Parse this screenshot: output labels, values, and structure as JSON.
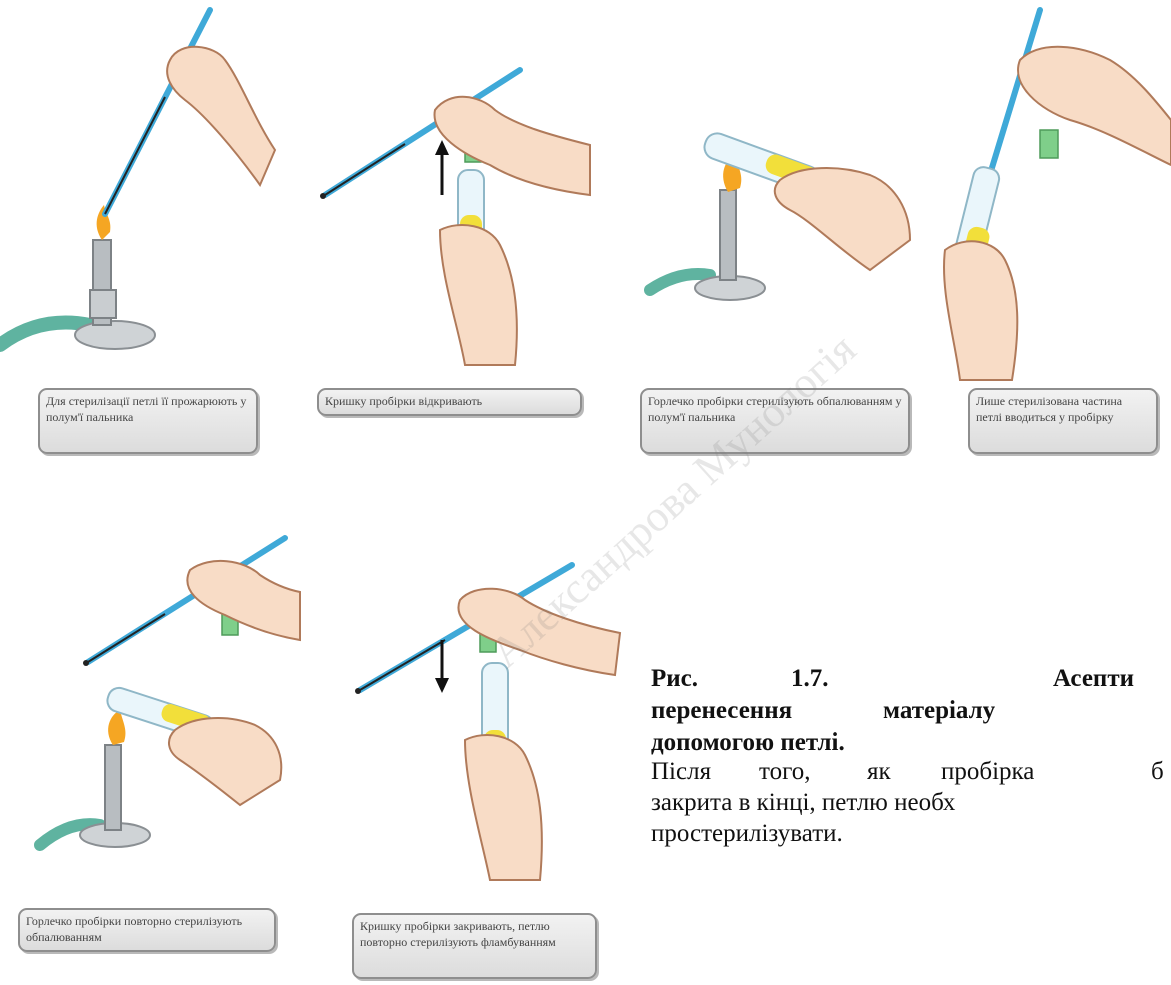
{
  "captions": {
    "step1": "Для стерилізації петлі її прожарюють у полум'ї пальника",
    "step2": "Кришку пробірки відкривають",
    "step3": "Горлечко пробірки стерилізують обпалюванням у полум'ї пальника",
    "step4": "Лише стерилізована частина петлі вводиться у пробірку",
    "step5": "Горлечко пробірки повторно стерилізують обпалюванням",
    "step6": "Кришку пробірки закривають, петлю повторно стерилізують фламбуванням"
  },
  "figure": {
    "title_words": [
      "Рис.",
      "1.7.",
      "Асепти",
      "перенесення",
      "матеріалу",
      "допомогою петлі."
    ],
    "desc_words": [
      "Після",
      "того,",
      "як",
      "пробірка",
      "б",
      "закрита в кінці, петлю необх",
      "простерилізувати."
    ]
  },
  "watermark": "Александрова Мунологія",
  "colors": {
    "loop": "#3fa9d8",
    "flame": "#f5a623",
    "tube_liquid": "#f2df3a",
    "cap": "#7fcf8a",
    "hose": "#5fb3a0",
    "skin": "#f8dcc6"
  }
}
